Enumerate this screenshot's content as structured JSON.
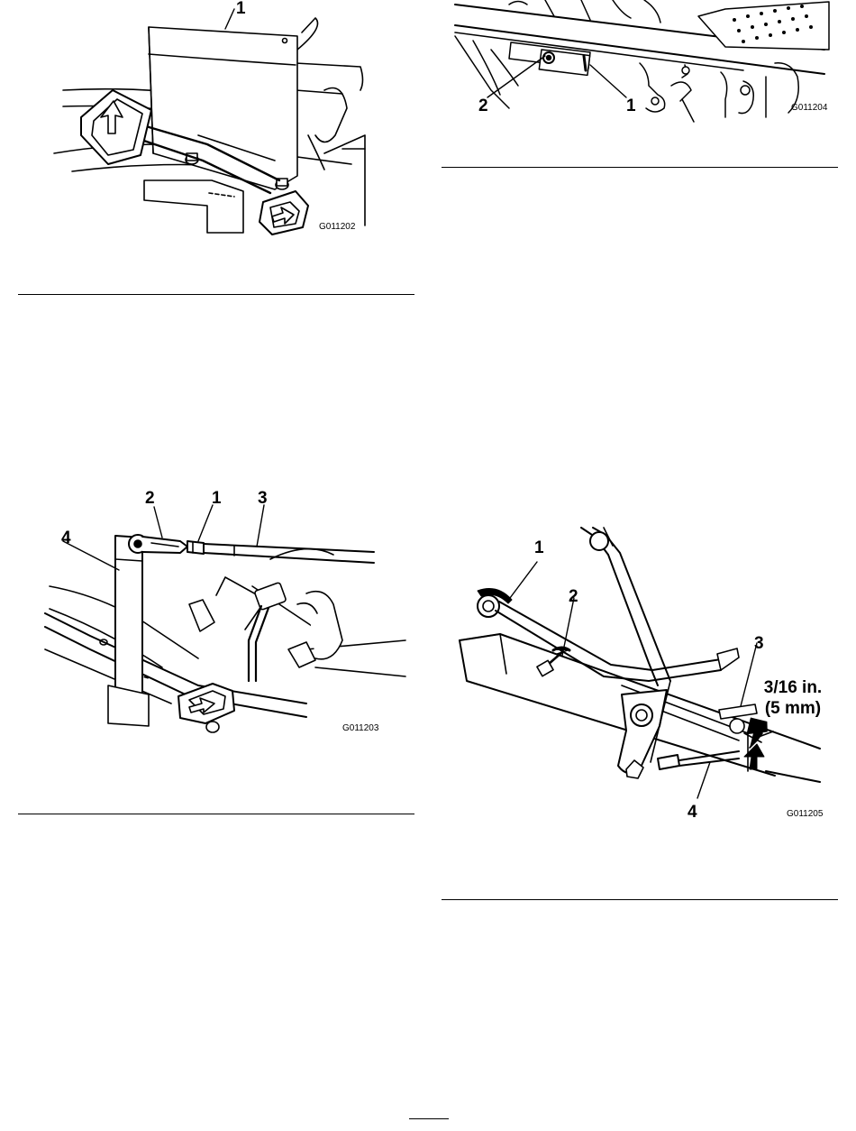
{
  "figures": [
    {
      "code": "G011202",
      "callouts": [
        "1"
      ]
    },
    {
      "code": "G011204",
      "callouts": [
        "1",
        "2"
      ]
    },
    {
      "code": "G011203",
      "callouts": [
        "1",
        "2",
        "3",
        "4"
      ]
    },
    {
      "code": "G011205",
      "callouts": [
        "1",
        "2",
        "3",
        "4"
      ],
      "dimension": "3/16 in.\n(5 mm)"
    }
  ]
}
